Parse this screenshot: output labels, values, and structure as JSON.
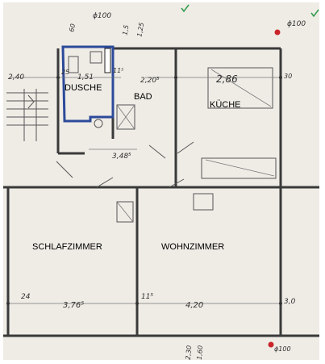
{
  "rooms": {
    "dusche": "DUSCHE",
    "bad": "BAD",
    "kueche": "KÜCHE",
    "schlafzimmer": "SCHLAFZIMMER",
    "wohnzimmer": "WOHNZIMMER"
  },
  "dimensions": {
    "top_phi": "ϕ100",
    "top_right_phi": "ϕ100",
    "bottom_right_phi": "ϕ100",
    "stair_width": "2,40",
    "dusche_width": "1,51",
    "bad_width": "2,20⁵",
    "kueche_width": "2,86",
    "corridor_width": "3,48⁵",
    "top_a": "60",
    "top_b": "1,5",
    "top_c": "1,25",
    "wall_left": "25",
    "wall_mid": "11⁵",
    "wall_right": "30",
    "schlaf_width": "3,76⁵",
    "wohn_width": "4,20",
    "left_24": "24",
    "mid_11": "11⁵",
    "right_30": "3,0",
    "bottom_a": "2,30",
    "bottom_b": "1,60"
  },
  "colors": {
    "paper": "#efece6",
    "ink": "#3a3a3a",
    "blue_marker": "#2c4a9a",
    "red_marker": "#c9252a",
    "green_check": "#2d9a4a"
  }
}
